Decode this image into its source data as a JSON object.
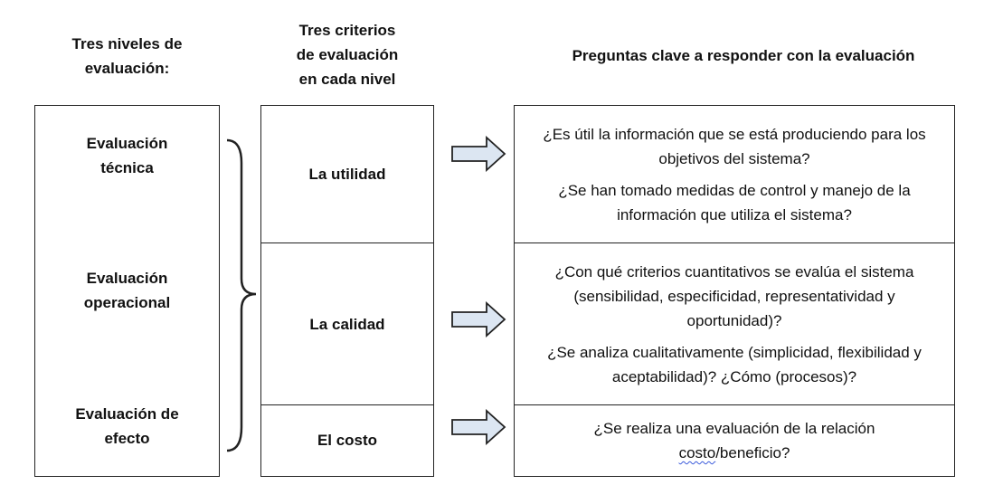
{
  "headers": {
    "levels": [
      "Tres niveles de",
      "evaluación:"
    ],
    "criteria": [
      "Tres criterios",
      "de evaluación",
      "en cada nivel"
    ],
    "questions": "Preguntas clave a responder con la evaluación"
  },
  "levels": [
    {
      "lines": [
        "Evaluación",
        "técnica"
      ]
    },
    {
      "lines": [
        "Evaluación",
        "operacional"
      ]
    },
    {
      "lines": [
        "Evaluación de",
        "efecto"
      ]
    }
  ],
  "criteria": [
    "La utilidad",
    "La calidad",
    "El costo"
  ],
  "questions": [
    [
      "¿Es útil la información que se está produciendo para los objetivos del sistema?",
      "¿Se han tomado medidas de control y manejo de la información que utiliza el sistema?"
    ],
    [
      "¿Con qué criterios cuantitativos se evalúa el sistema (sensibilidad, especificidad, representatividad y oportunidad)?",
      "¿Se analiza cualitativamente (simplicidad, flexibilidad y aceptabilidad)? ¿Cómo (procesos)?"
    ],
    {
      "pre": "¿Se realiza una evaluación de la relación ",
      "squiggle": "costo",
      "post": "/beneficio?"
    }
  ],
  "colors": {
    "arrow_fill": "#dce6f2",
    "stroke": "#222222"
  }
}
